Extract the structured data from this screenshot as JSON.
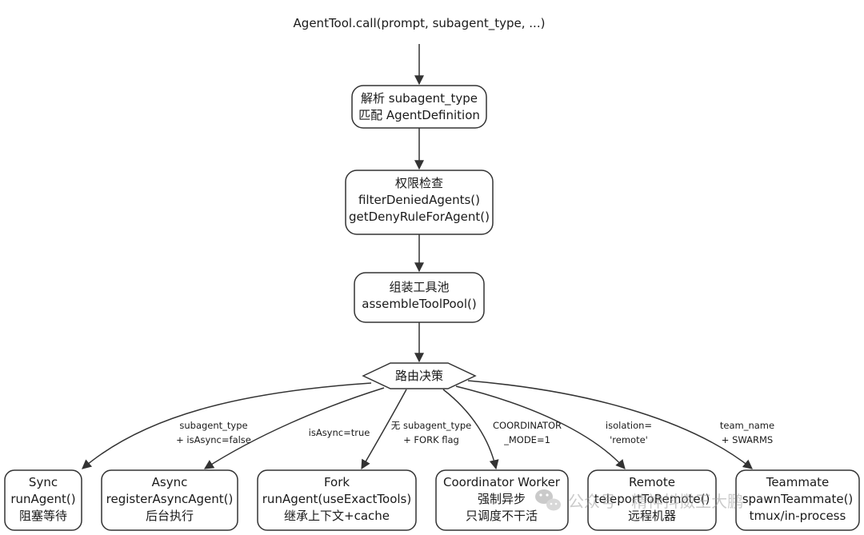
{
  "entry": {
    "text": "AgentTool.call(prompt, subagent_type, ...)"
  },
  "steps": [
    {
      "id": "parse",
      "lines": [
        "解析 subagent_type",
        "匹配 AgentDefinition"
      ]
    },
    {
      "id": "perm",
      "lines": [
        "权限检查",
        "filterDeniedAgents()",
        "getDenyRuleForAgent()"
      ]
    },
    {
      "id": "pool",
      "lines": [
        "组装工具池",
        "assembleToolPool()"
      ]
    }
  ],
  "decision": {
    "label": "路由决策"
  },
  "routes": [
    {
      "id": "sync",
      "edge_label": [
        "subagent_type",
        "+ isAsync=false"
      ],
      "lines": [
        "Sync",
        "runAgent()",
        "阻塞等待"
      ]
    },
    {
      "id": "async",
      "edge_label": [
        "isAsync=true"
      ],
      "lines": [
        "Async",
        "registerAsyncAgent()",
        "后台执行"
      ]
    },
    {
      "id": "fork",
      "edge_label": [
        "无 subagent_type",
        "+ FORK flag"
      ],
      "lines": [
        "Fork",
        "runAgent(useExactTools)",
        "继承上下文+cache"
      ]
    },
    {
      "id": "coordinator",
      "edge_label": [
        "COORDINATOR",
        "_MODE=1"
      ],
      "lines": [
        "Coordinator Worker",
        "强制异步",
        "只调度不干活"
      ]
    },
    {
      "id": "remote",
      "edge_label": [
        "isolation=",
        "'remote'"
      ],
      "lines": [
        "Remote",
        "teleportToRemote()",
        "远程机器"
      ]
    },
    {
      "id": "teammate",
      "edge_label": [
        "team_name",
        "+ SWARMS"
      ],
      "lines": [
        "Teammate",
        "spawnTeammate()",
        "tmux/in-process"
      ]
    }
  ],
  "watermark": {
    "text": "公众号 · 精神抖擞王大鹏",
    "icon": "wechat-icon",
    "color": "#9a9a9a"
  }
}
